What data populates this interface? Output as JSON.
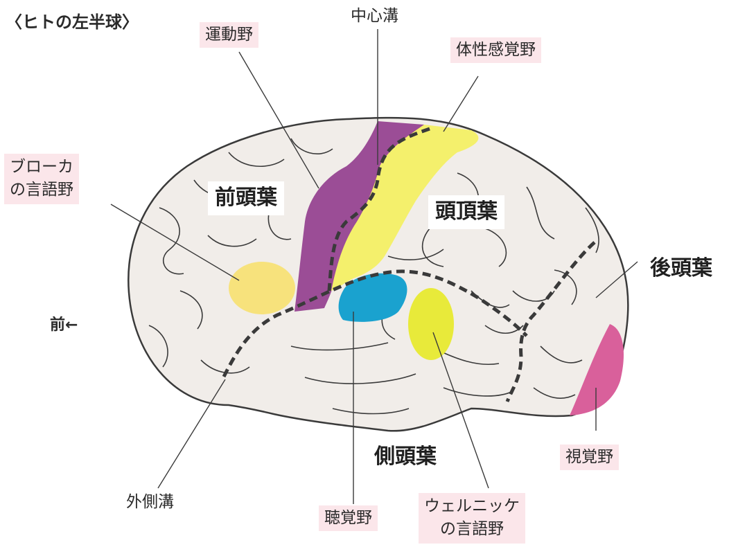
{
  "title": "〈ヒトの左半球〉",
  "front_label": "前←",
  "lobes": {
    "frontal": "前頭葉",
    "parietal": "頭頂葉",
    "occipital": "後頭葉",
    "temporal": "側頭葉"
  },
  "labels": {
    "motor": "運動野",
    "central_sulcus": "中心溝",
    "somatosensory": "体性感覚野",
    "broca_line1": "ブローカ",
    "broca_line2": "の言語野",
    "lateral_sulcus": "外側溝",
    "auditory": "聴覚野",
    "wernicke_line1": "ウェルニッケ",
    "wernicke_line2": "の言語野",
    "visual": "視覚野"
  },
  "colors": {
    "brain_fill": "#f1ede9",
    "brain_outline": "#3a3a3a",
    "motor_area": "#9b4d96",
    "somatosensory_area": "#f4f06c",
    "broca_area": "#f7e27c",
    "auditory_area": "#1aa2cf",
    "wernicke_area": "#e8ea3a",
    "visual_area": "#d9609b",
    "label_tag_bg": "#fbe6ea"
  }
}
